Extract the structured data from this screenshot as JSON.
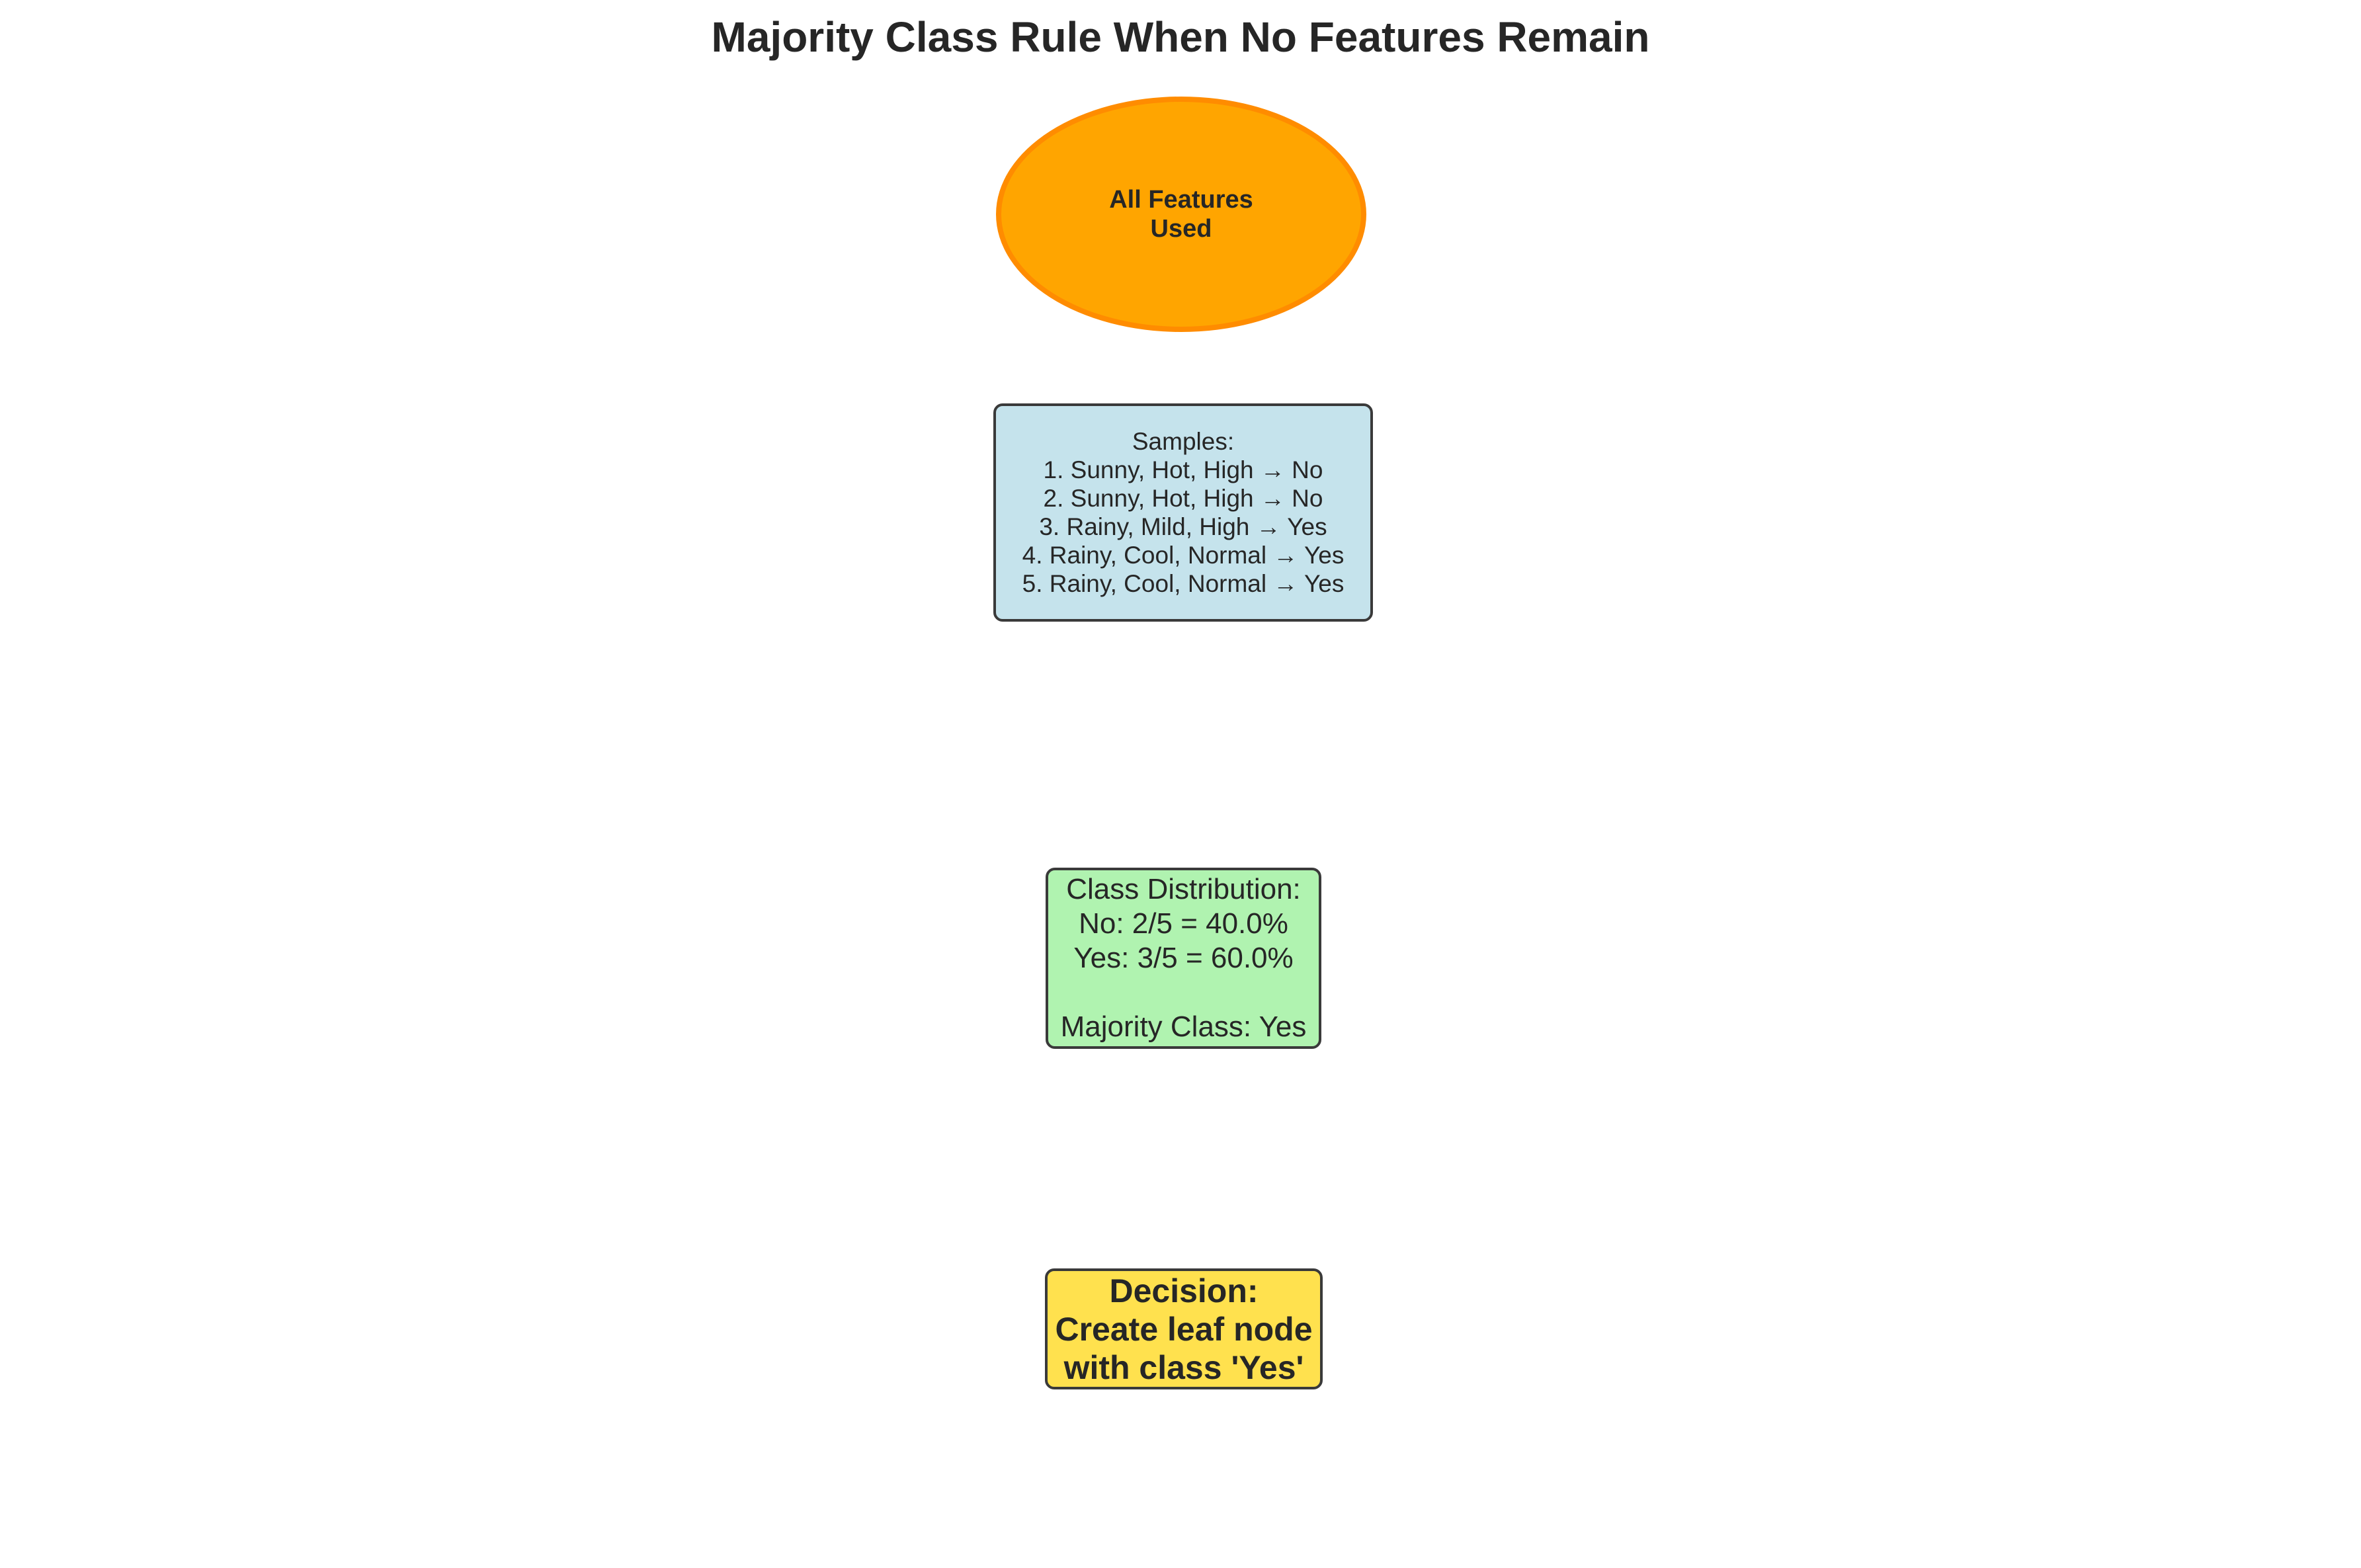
{
  "title": "Majority Class Rule When No Features Remain",
  "nodes": {
    "start": {
      "lines": [
        "All Features",
        "Used"
      ],
      "fill": "#FFA500",
      "stroke": "#FF8C00"
    },
    "samples": {
      "header": "Samples:",
      "items": [
        "1. Sunny, Hot, High → No",
        "2. Sunny, Hot, High → No",
        "3. Rainy, Mild, High → Yes",
        "4. Rainy, Cool, Normal → Yes",
        "5. Rainy, Cool, Normal → Yes"
      ],
      "fill": "#C5E3EC"
    },
    "distribution": {
      "header": "Class Distribution:",
      "no_line": "No: 2/5 = 40.0%",
      "yes_line": "Yes: 3/5 = 60.0%",
      "majority_line": "Majority Class: Yes",
      "fill": "#B0F3B0"
    },
    "decision": {
      "lines": [
        "Decision:",
        "Create leaf node",
        "with class 'Yes'"
      ],
      "fill": "#FFE14E"
    }
  }
}
